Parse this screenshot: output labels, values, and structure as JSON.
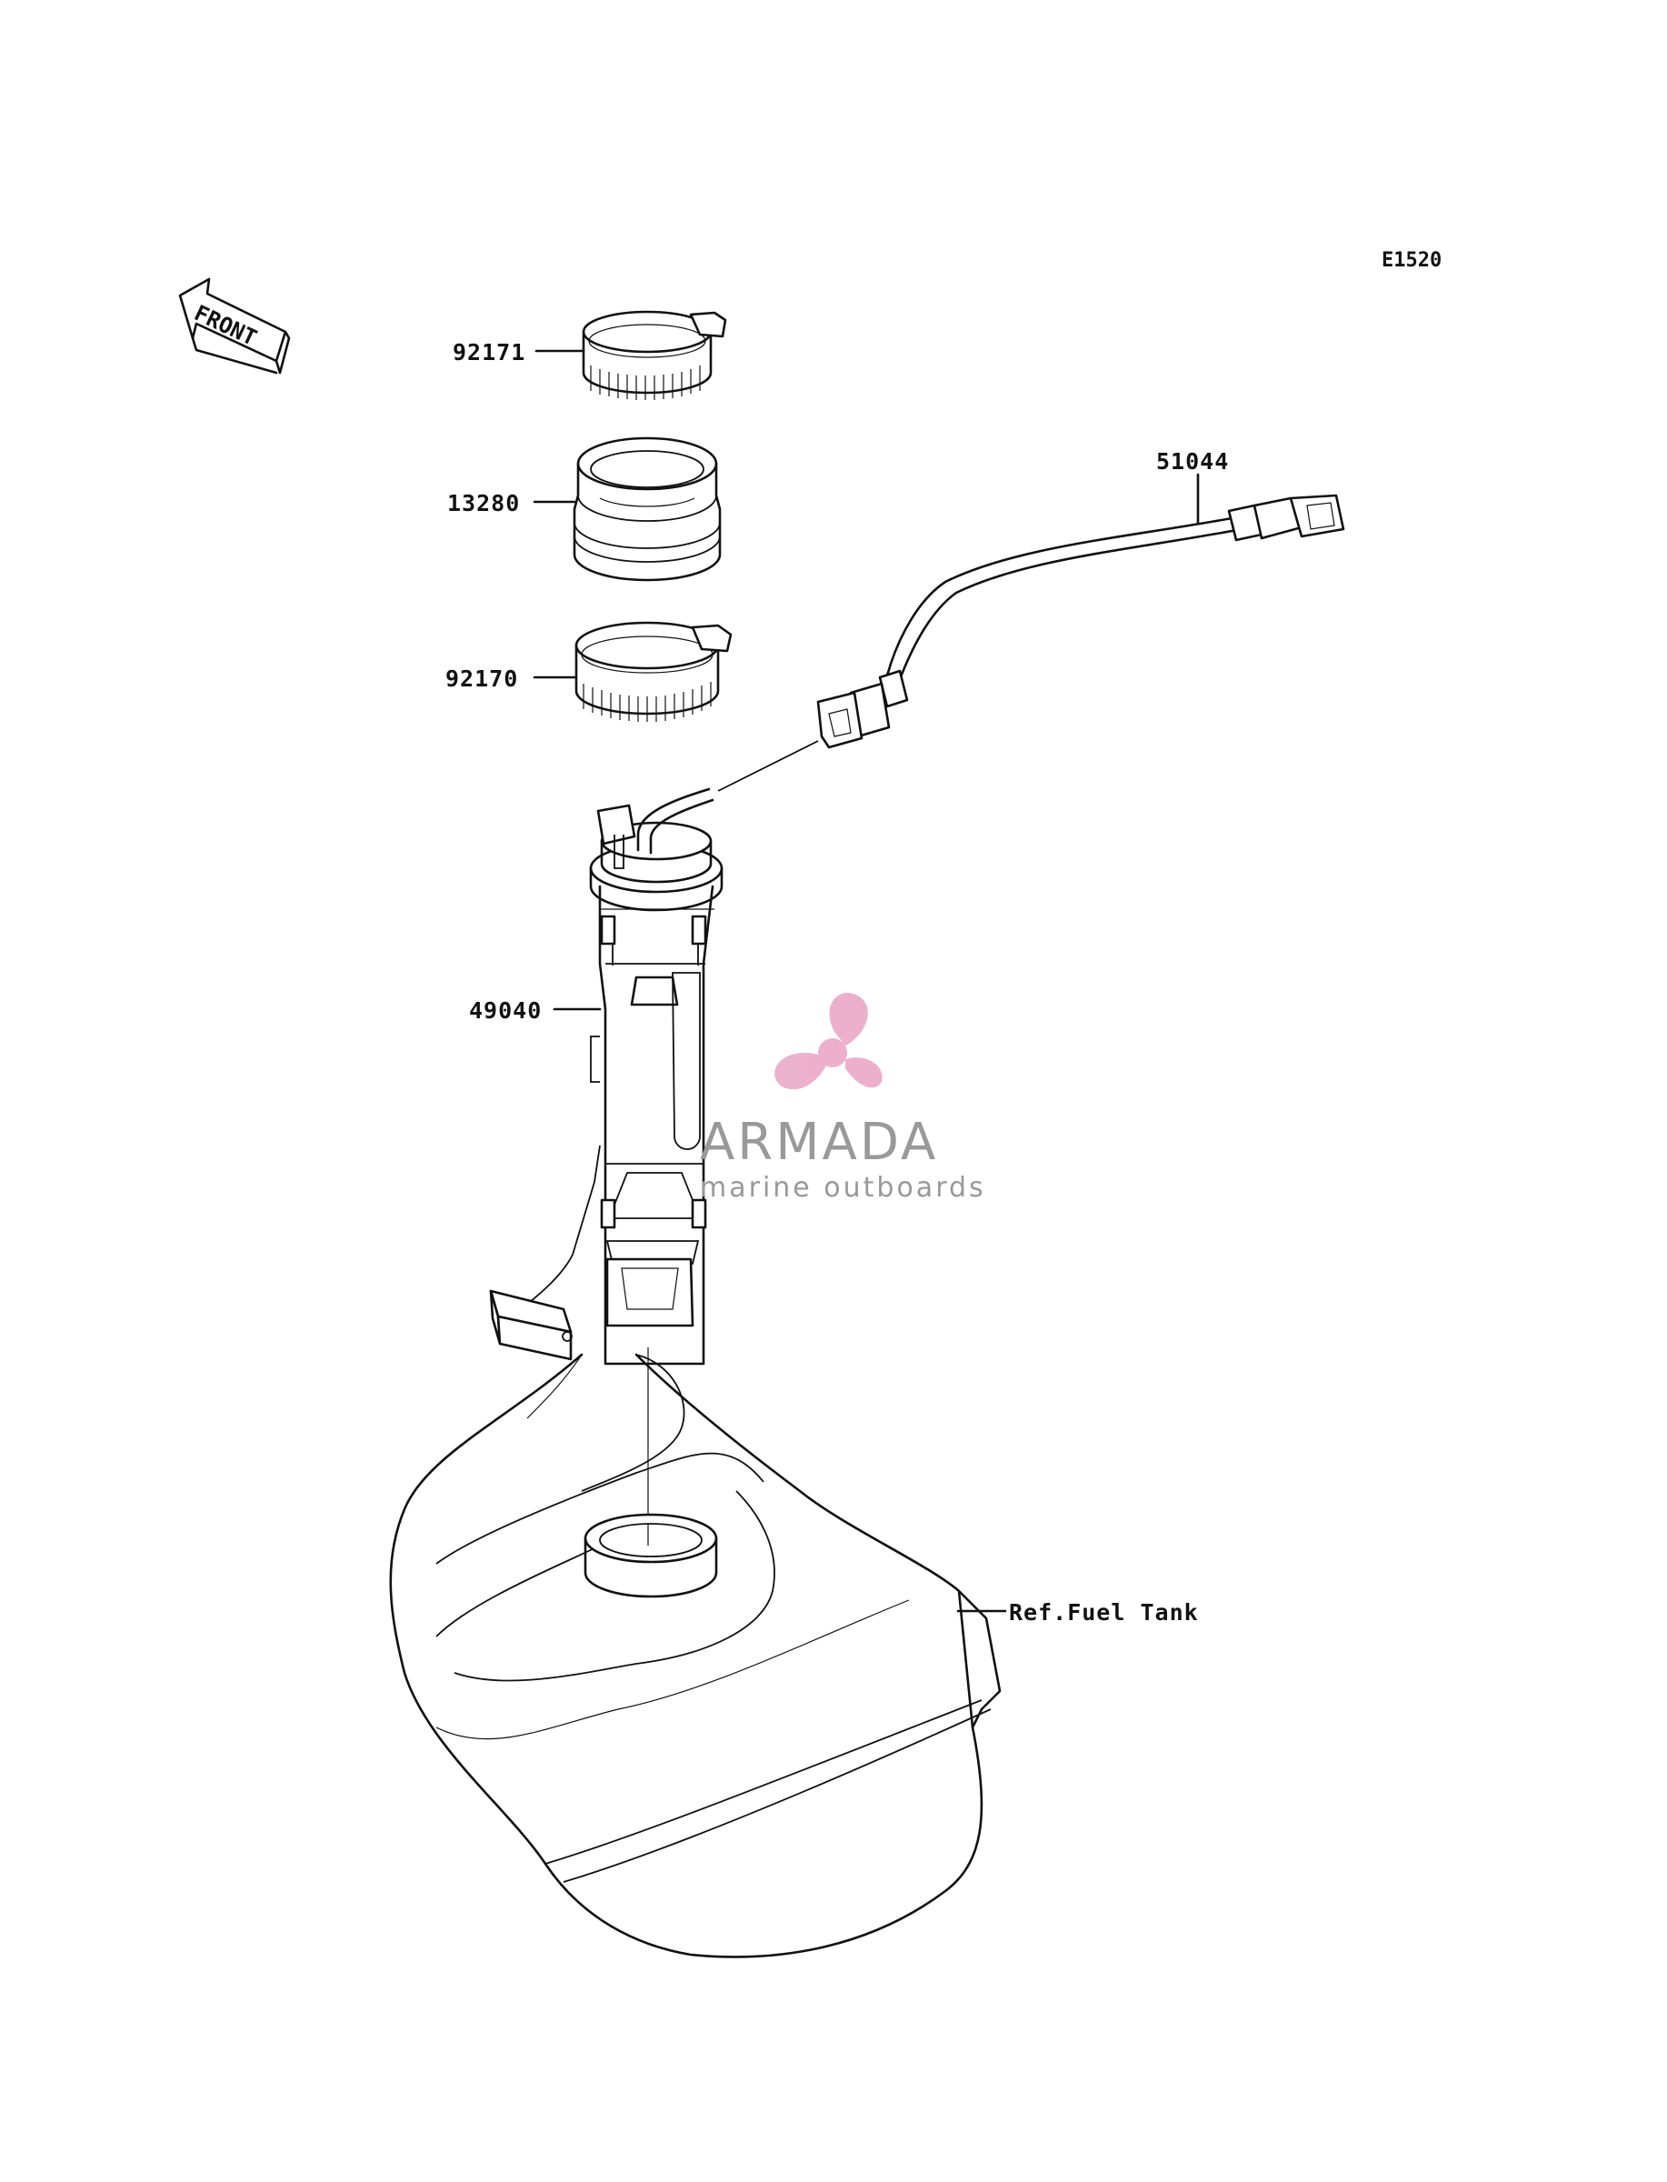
{
  "diagram_code": "E1520",
  "front_label": "FRONT",
  "parts": {
    "clamp_upper": "92171",
    "grommet": "13280",
    "clamp_lower": "92170",
    "pump_assembly": "49040",
    "harness": "51044",
    "fuel_tank_ref": "Ref.Fuel Tank"
  },
  "watermark": {
    "title": "ARMADA",
    "subtitle": "marine outboards",
    "logo_color": "#e9a3c4"
  }
}
